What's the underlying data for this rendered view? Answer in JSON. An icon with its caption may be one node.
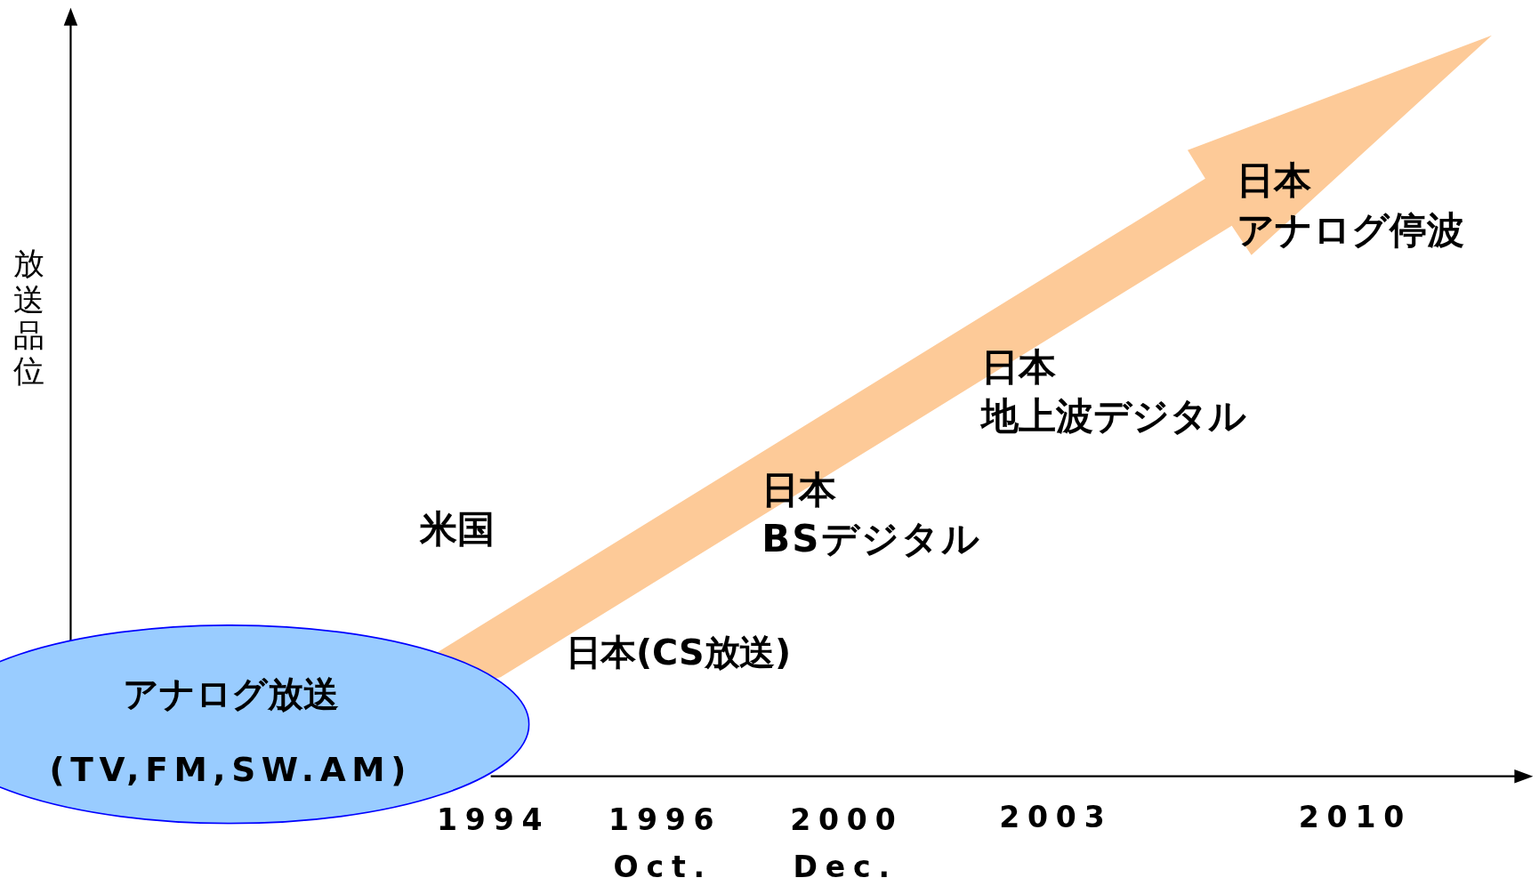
{
  "diagram": {
    "nodes": [
      {
        "text": [
          "アナログ放送",
          "(TV,FM,SW.AM)"
        ]
      }
    ],
    "labels": [
      "放送品位",
      "米国",
      "日本(CS放送)",
      "日本",
      "BSデジタル",
      "日本",
      "地上波デジタル",
      "日本",
      "アナログ停波",
      "1994",
      "1996",
      "Oct.",
      "2000",
      "Dec.",
      "2003",
      "2010"
    ]
  }
}
